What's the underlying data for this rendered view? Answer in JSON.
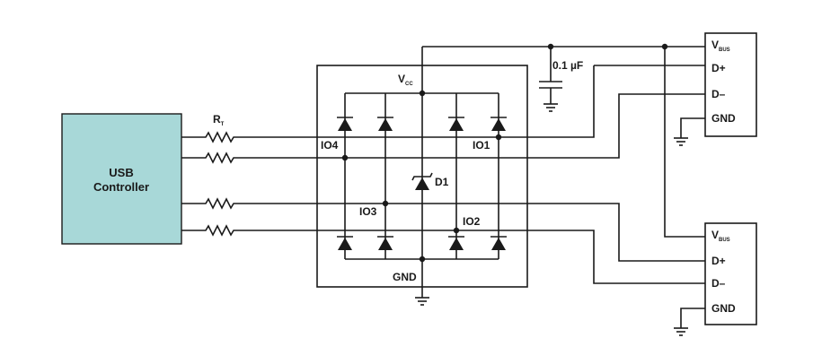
{
  "controller": {
    "line1": "USB",
    "line2": "Controller",
    "fill": "#a8d8d8"
  },
  "resistor_label": {
    "main": "R",
    "sub": "T"
  },
  "vcc_label": {
    "main": "V",
    "sub": "CC"
  },
  "gnd_label": "GND",
  "io_labels": {
    "io1": "IO1",
    "io2": "IO2",
    "io3": "IO3",
    "io4": "IO4"
  },
  "d1_label": "D1",
  "capacitor_label": "0.1 µF",
  "connector_top": {
    "vbus_main": "V",
    "vbus_sub": "BUS",
    "dplus": "D+",
    "dminus": "D–",
    "gnd": "GND"
  },
  "connector_bottom": {
    "vbus_main": "V",
    "vbus_sub": "BUS",
    "dplus": "D+",
    "dminus": "D–",
    "gnd": "GND"
  }
}
